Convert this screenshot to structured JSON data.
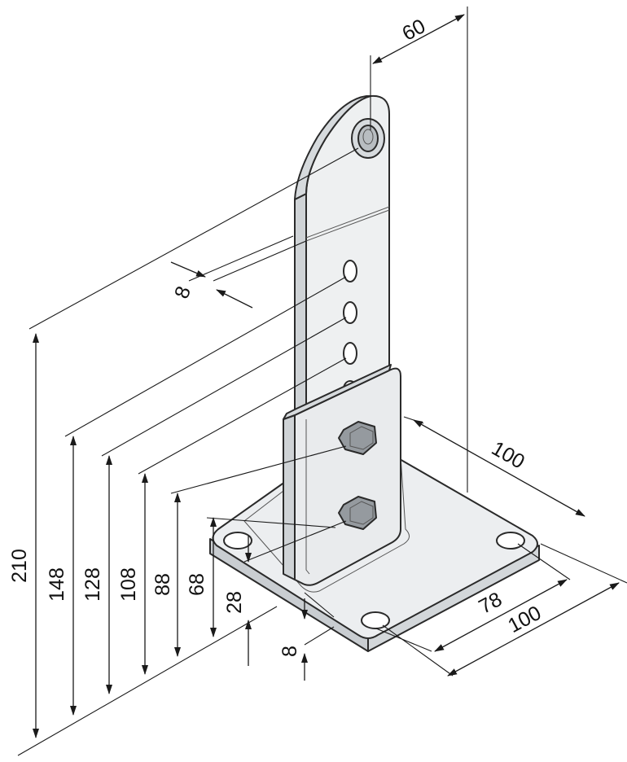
{
  "dimensions": {
    "total_height": "210",
    "hole_148": "148",
    "hole_128": "128",
    "hole_108": "108",
    "hole_88": "88",
    "hole_68": "68",
    "foot_28": "28",
    "plate_thickness": "8",
    "flat_thickness": "8",
    "top_width": "60",
    "base_depth": "100",
    "hole_spacing": "78",
    "base_width": "100"
  },
  "colors": {
    "metal_light": "#eef0f1",
    "metal_mid": "#d9dcdf",
    "metal_dark": "#c4c8cc",
    "bolt": "#8f9499",
    "outline": "#2a2a2a"
  }
}
